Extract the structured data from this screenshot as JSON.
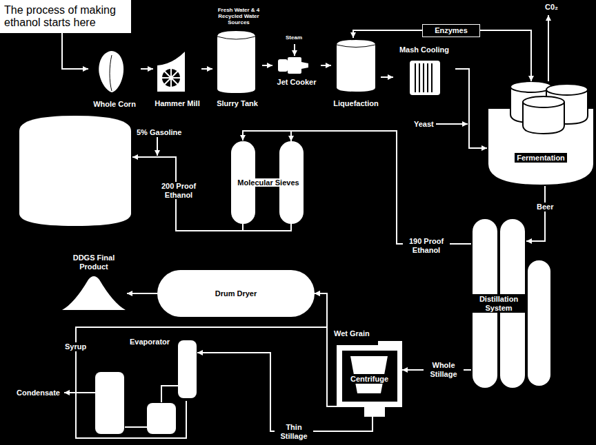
{
  "diagram": {
    "nodes": [
      {
        "text": [
          "The process of making ethanol starts here"
        ]
      },
      {
        "text": [
          "Whole Corn"
        ]
      },
      {
        "text": [
          "Hammer Mill"
        ]
      },
      {
        "text": [
          "Slurry Tank"
        ]
      },
      {
        "text": [
          "Jet Cooker"
        ]
      },
      {
        "text": [
          "Liquefaction"
        ]
      },
      {
        "text": [
          "Mash Cooling"
        ]
      },
      {
        "text": [
          "Enzymes"
        ]
      },
      {
        "text": [
          "Fermentation"
        ]
      },
      {
        "text": [
          "Molecular Sieves"
        ]
      },
      {
        "text": [
          "Distillation System"
        ]
      },
      {
        "text": [
          "Centrifuge"
        ]
      },
      {
        "text": [
          "Drum Dryer"
        ]
      },
      {
        "text": [
          "Evaporator"
        ]
      },
      {
        "text": [
          "DDGS Final Product"
        ]
      }
    ],
    "edges": [
      {
        "from": 0,
        "to": 1,
        "arrow": "to"
      },
      {
        "from": 1,
        "to": 2,
        "arrow": "to"
      },
      {
        "from": 2,
        "to": 3,
        "arrow": "to"
      },
      {
        "from": 3,
        "to": 4,
        "arrow": "to"
      },
      {
        "from": 4,
        "to": 5,
        "arrow": "to"
      },
      {
        "from": 5,
        "to": 6,
        "arrow": "to"
      },
      {
        "from": 6,
        "to": 8,
        "arrow": "to"
      },
      {
        "from": 7,
        "to": 5,
        "arrow": "to"
      },
      {
        "from": 7,
        "to": 8,
        "arrow": "to"
      },
      {
        "from": 8,
        "to": 10,
        "label": "Beer",
        "arrow": "to"
      },
      {
        "from": 10,
        "to": 9,
        "label": "190 Proof Ethanol",
        "arrow": "to"
      },
      {
        "from": 10,
        "to": 11,
        "label": "Whole Stillage",
        "arrow": "to"
      },
      {
        "from": 11,
        "to": 12,
        "label": "Wet Grain",
        "arrow": "to"
      },
      {
        "from": 11,
        "to": 13,
        "label": "Thin Stillage",
        "arrow": "to"
      },
      {
        "from": 13,
        "to": 12,
        "label": "Syrup",
        "arrow": "to"
      },
      {
        "from": 12,
        "to": 14,
        "arrow": "to"
      }
    ],
    "labels": [
      "Fresh Water & 4 Recycled Water Sources",
      "Steam",
      "Yeast",
      "C0₂",
      "5% Gasoline",
      "200 Proof Ethanol",
      "Condensate"
    ]
  }
}
